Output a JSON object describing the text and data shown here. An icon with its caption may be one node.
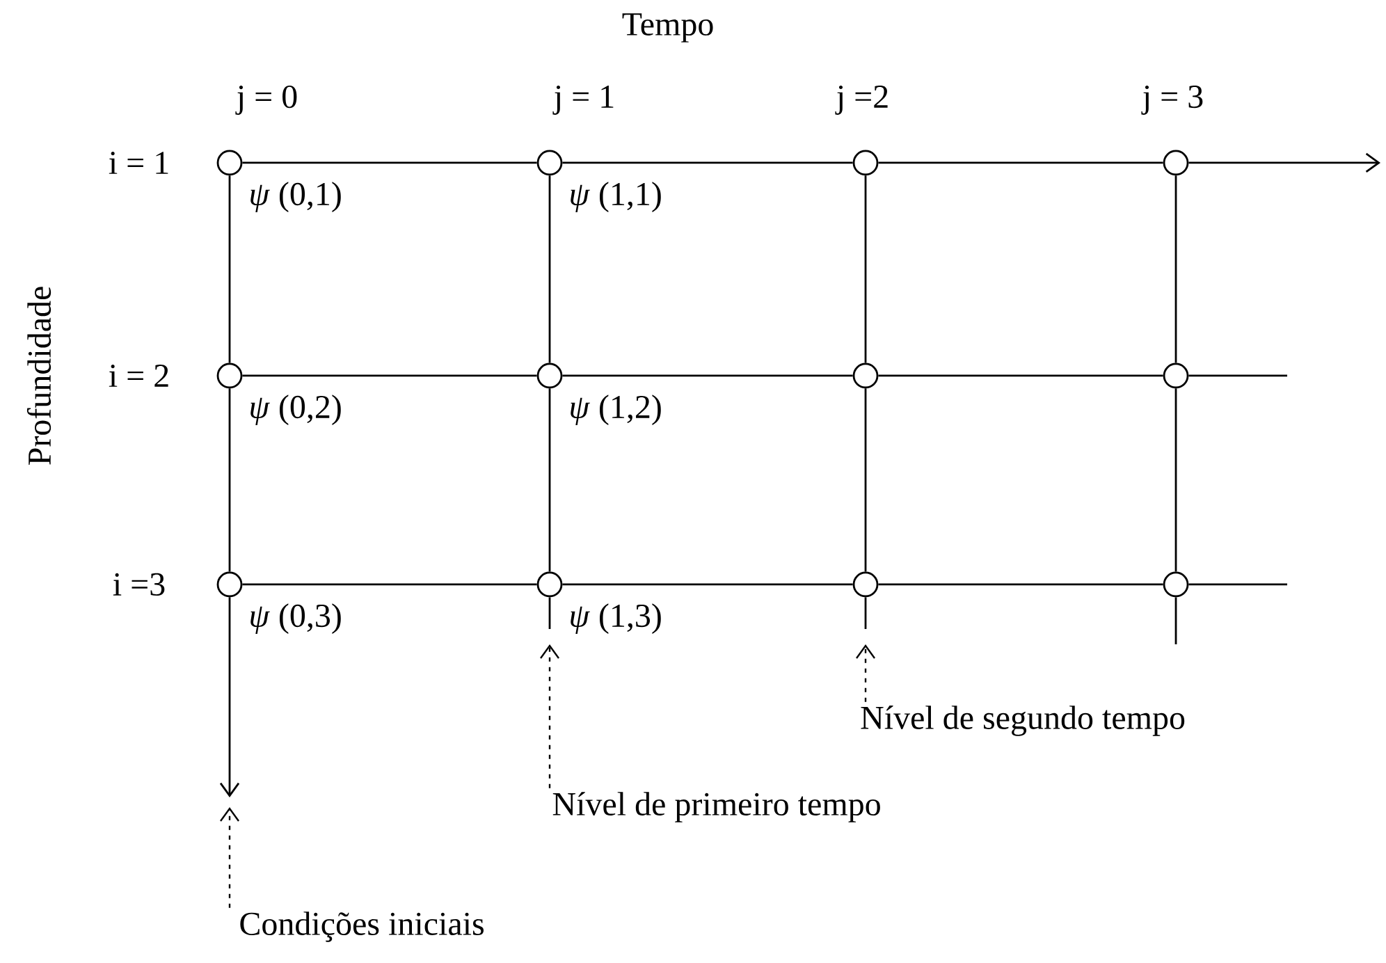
{
  "diagram": {
    "nodes": [
      {
        "text": [],
        "shape": "circle",
        "beside": [
          "*ψ* (0,1)"
        ]
      },
      {
        "text": [],
        "shape": "circle",
        "beside": [
          "*ψ* (1,1)"
        ]
      },
      {
        "text": [],
        "shape": "circle"
      },
      {
        "text": [],
        "shape": "circle"
      },
      {
        "text": [],
        "shape": "circle",
        "beside": [
          "*ψ* (0,2)"
        ]
      },
      {
        "text": [],
        "shape": "circle",
        "beside": [
          "*ψ* (1,2)"
        ]
      },
      {
        "text": [],
        "shape": "circle"
      },
      {
        "text": [],
        "shape": "circle"
      },
      {
        "text": [],
        "shape": "circle",
        "beside": [
          "*ψ* (0,3)"
        ]
      },
      {
        "text": [],
        "shape": "circle",
        "beside": [
          "*ψ* (1,3)"
        ]
      },
      {
        "text": [],
        "shape": "circle"
      },
      {
        "text": [],
        "shape": "circle"
      },
      {
        "text": [
          "Nível de segundo tempo"
        ]
      },
      {
        "text": [
          "Nível de primeiro tempo"
        ]
      },
      {
        "text": [
          "Condições iniciais"
        ]
      }
    ],
    "edges": [
      {
        "from": 0,
        "to": 1,
        "arrow": "none"
      },
      {
        "from": 1,
        "to": 2,
        "arrow": "none"
      },
      {
        "from": 2,
        "to": 3,
        "arrow": "none"
      },
      {
        "from": 4,
        "to": 5,
        "arrow": "none"
      },
      {
        "from": 5,
        "to": 6,
        "arrow": "none"
      },
      {
        "from": 6,
        "to": 7,
        "arrow": "none"
      },
      {
        "from": 8,
        "to": 9,
        "arrow": "none"
      },
      {
        "from": 9,
        "to": 10,
        "arrow": "none"
      },
      {
        "from": 10,
        "to": 11,
        "arrow": "none"
      },
      {
        "from": 0,
        "to": 4,
        "arrow": "none"
      },
      {
        "from": 4,
        "to": 8,
        "arrow": "none"
      },
      {
        "from": 1,
        "to": 5,
        "arrow": "none"
      },
      {
        "from": 5,
        "to": 9,
        "arrow": "none"
      },
      {
        "from": 2,
        "to": 6,
        "arrow": "none"
      },
      {
        "from": 6,
        "to": 10,
        "arrow": "none"
      },
      {
        "from": 3,
        "to": 7,
        "arrow": "none"
      },
      {
        "from": 7,
        "to": 11,
        "arrow": "none"
      },
      {
        "from": 3,
        "to": null,
        "arrow": "to"
      },
      {
        "from": 7,
        "to": null,
        "arrow": "none"
      },
      {
        "from": 11,
        "to": null,
        "arrow": "none"
      },
      {
        "from": 8,
        "to": null,
        "arrow": "to"
      },
      {
        "from": 9,
        "to": null,
        "arrow": "none"
      },
      {
        "from": 10,
        "to": null,
        "arrow": "none"
      },
      {
        "from": 11,
        "to": null,
        "arrow": "none"
      },
      {
        "from": 12,
        "to": null,
        "arrow": "to",
        "style": "dashed"
      },
      {
        "from": 13,
        "to": null,
        "arrow": "to",
        "style": "dashed"
      },
      {
        "from": 14,
        "to": null,
        "arrow": "to",
        "style": "dashed"
      }
    ],
    "labels": [
      "Tempo",
      "j = 0",
      "j = 1",
      "j =2",
      "j = 3",
      "i = 1",
      "Profundidade",
      "i = 2",
      "i =3"
    ]
  }
}
